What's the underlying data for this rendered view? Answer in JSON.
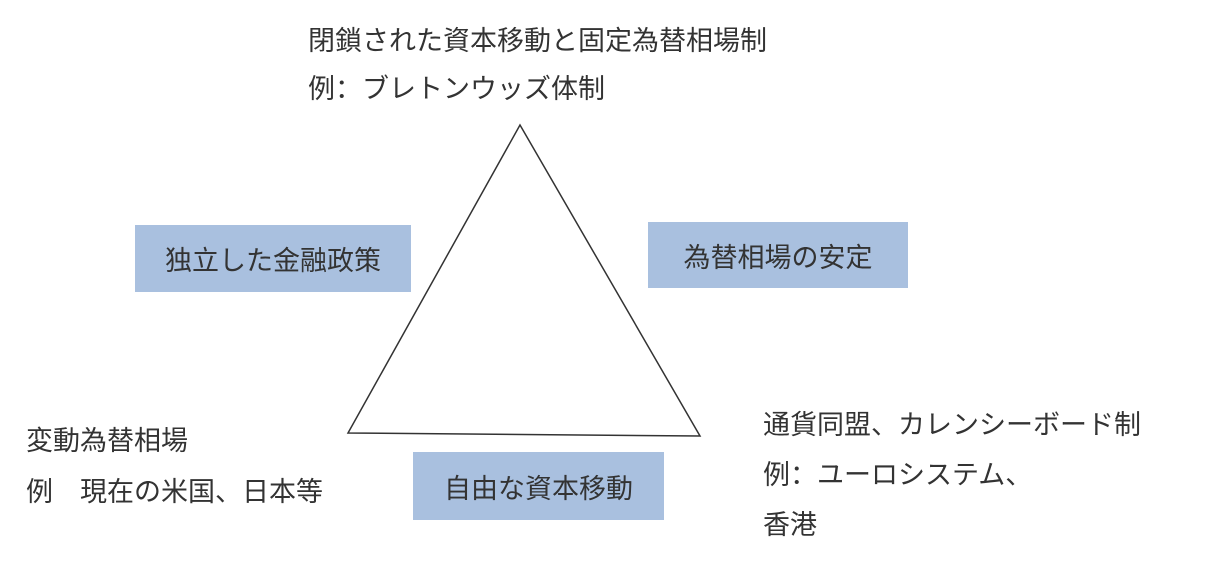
{
  "colors": {
    "box_fill": "#a9c0df",
    "line": "#333333",
    "text": "#333333"
  },
  "top_label": {
    "line1": "閉鎖された資本移動と固定為替相場制",
    "line2": "例：ブレトンウッズ体制"
  },
  "left_box": {
    "label": "独立した金融政策"
  },
  "right_box": {
    "label": "為替相場の安定"
  },
  "bottom_box": {
    "label": "自由な資本移動"
  },
  "bottom_left_label": {
    "line1": "変動為替相場",
    "line2": "例　現在の米国、日本等"
  },
  "bottom_right_label": {
    "line1": "通貨同盟、カレンシーボード制",
    "line2": "例：ユーロシステム、",
    "line3": "香港"
  }
}
